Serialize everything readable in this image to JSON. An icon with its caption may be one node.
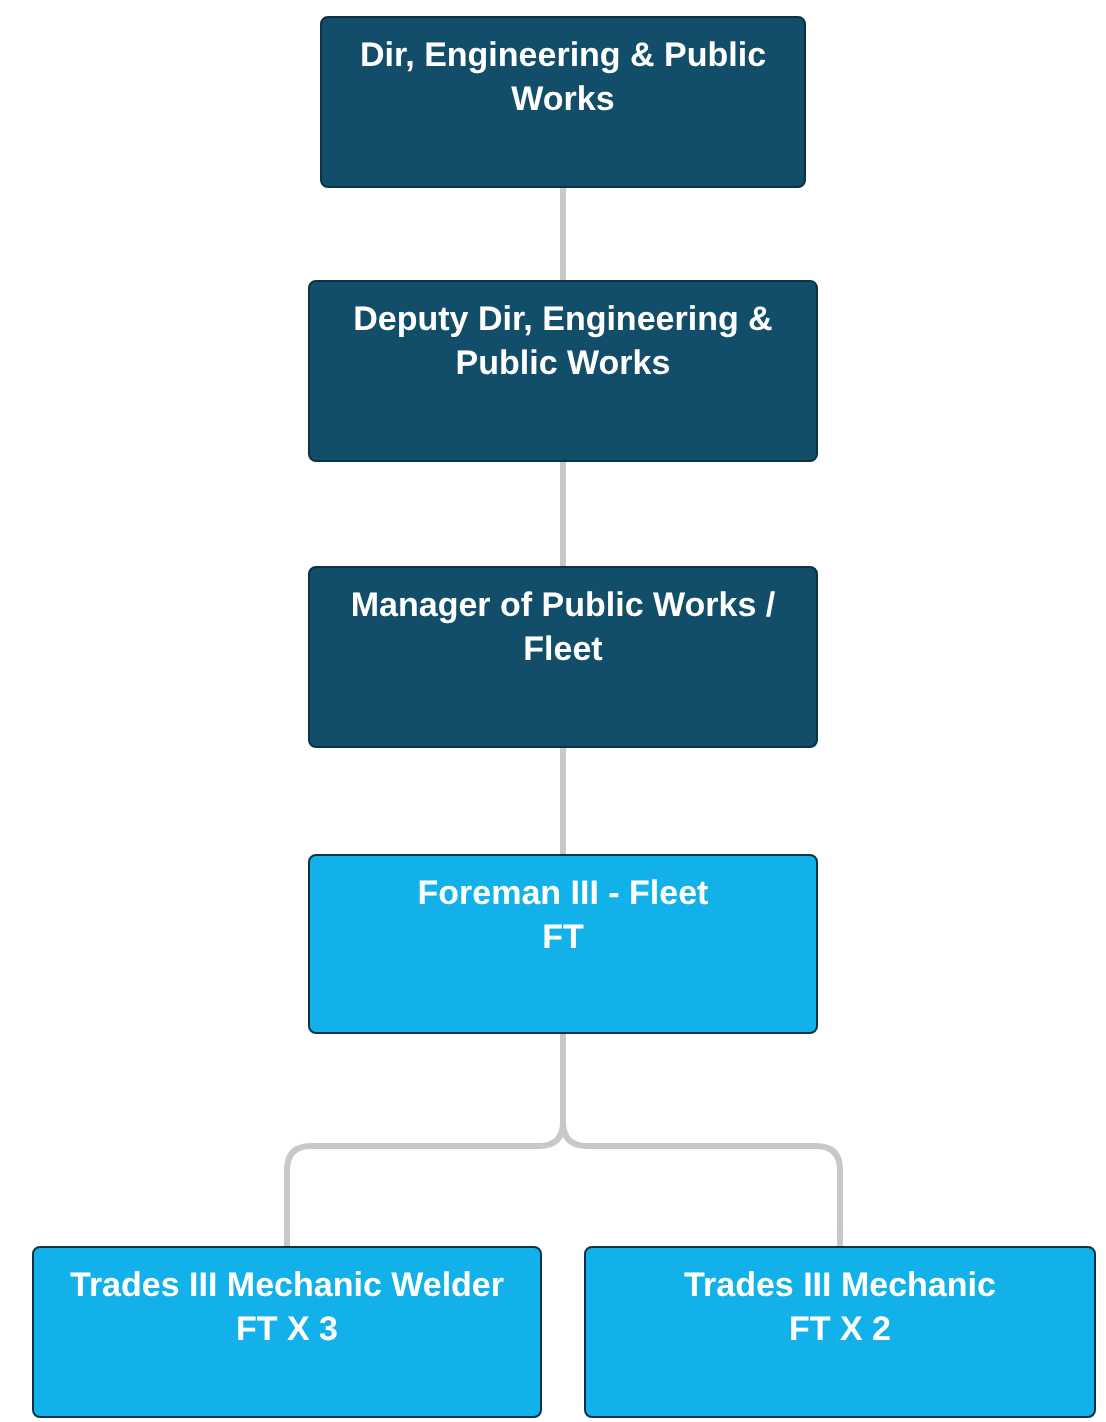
{
  "diagram": {
    "nodes": [
      {
        "text": [
          "Dir, Engineering & Public Works"
        ]
      },
      {
        "text": [
          "Deputy Dir, Engineering & Public Works"
        ]
      },
      {
        "text": [
          "Manager of Public Works / Fleet"
        ]
      },
      {
        "text": [
          "Foreman III - Fleet",
          "FT"
        ]
      },
      {
        "text": [
          "Trades III Mechanic Welder",
          "FT X 3"
        ]
      },
      {
        "text": [
          "Trades III Mechanic",
          "FT X 2"
        ]
      }
    ],
    "edges": [
      {
        "from": 0,
        "to": 1,
        "arrow": "none"
      },
      {
        "from": 1,
        "to": 2,
        "arrow": "none"
      },
      {
        "from": 2,
        "to": 3,
        "arrow": "none"
      },
      {
        "from": 3,
        "to": 4,
        "arrow": "none"
      },
      {
        "from": 3,
        "to": 5,
        "arrow": "none"
      }
    ]
  }
}
